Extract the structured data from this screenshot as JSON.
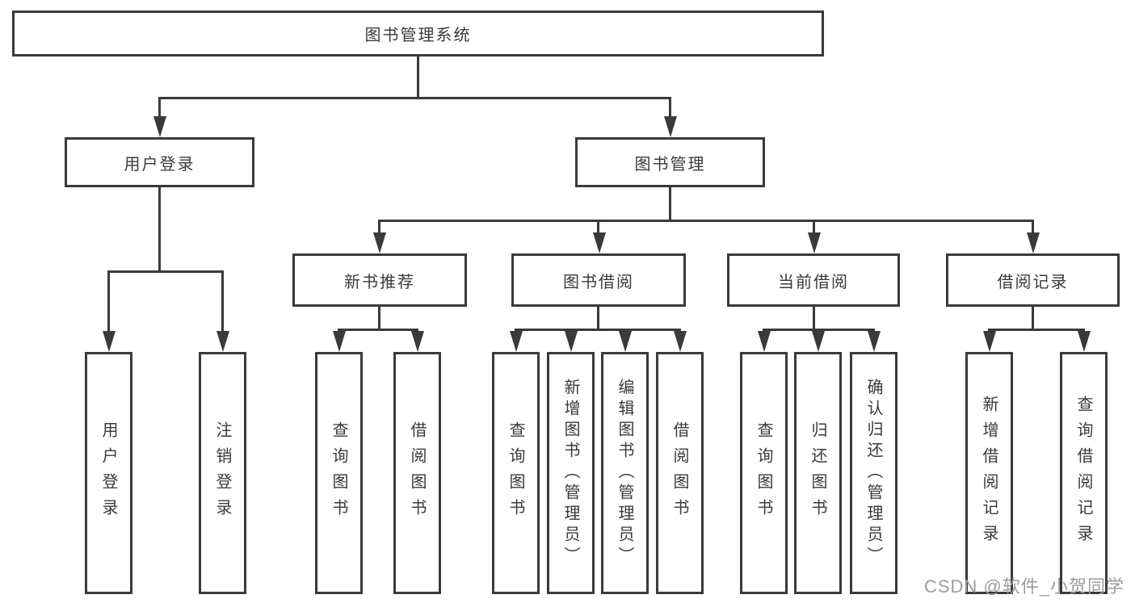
{
  "tree": {
    "root": {
      "label": "图书管理系统"
    },
    "l2": [
      {
        "label": "用户登录"
      },
      {
        "label": "图书管理"
      }
    ],
    "l3": [
      {
        "label": "新书推荐"
      },
      {
        "label": "图书借阅"
      },
      {
        "label": "当前借阅"
      },
      {
        "label": "借阅记录"
      }
    ],
    "l4": {
      "login": [
        {
          "label": "用户登录"
        },
        {
          "label": "注销登录"
        }
      ],
      "recommend": [
        {
          "label": "查询图书"
        },
        {
          "label": "借阅图书"
        }
      ],
      "borrow": [
        {
          "label": "查询图书"
        },
        {
          "label": "新增图书（管理员）"
        },
        {
          "label": "编辑图书（管理员）"
        },
        {
          "label": "借阅图书"
        }
      ],
      "current": [
        {
          "label": "查询图书"
        },
        {
          "label": "归还图书"
        },
        {
          "label": "确认归还（管理员）"
        }
      ],
      "records": [
        {
          "label": "新增借阅记录"
        },
        {
          "label": "查询借阅记录"
        }
      ]
    }
  },
  "watermark": {
    "text": "CSDN @软件_小贺同学"
  },
  "colors": {
    "line": "#3a3a3a",
    "box_background": "#ffffff",
    "watermark_gray": "#9c9c9c"
  }
}
